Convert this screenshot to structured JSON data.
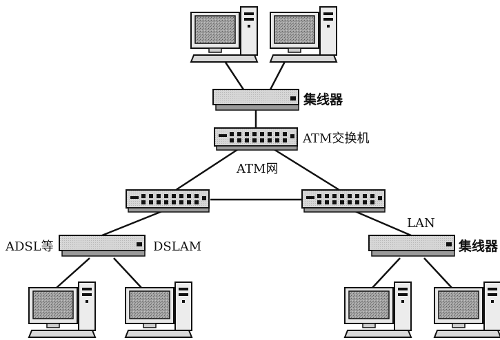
{
  "labels": {
    "hub_top": "集线器",
    "atm_switch": "ATM交换机",
    "atm_network": "ATM网",
    "adsl": "ADSL等",
    "dslam": "DSLAM",
    "lan": "LAN",
    "hub_right": "集线器"
  },
  "icons": {
    "computer": "computer-icon",
    "hub": "hub-icon",
    "switch": "switch-icon",
    "dslam": "dslam-icon"
  },
  "colors": {
    "line": "#111111",
    "device_body": "#d4d4d4",
    "device_shadow": "#8a8a8a",
    "screen": "#9a9a9a"
  }
}
